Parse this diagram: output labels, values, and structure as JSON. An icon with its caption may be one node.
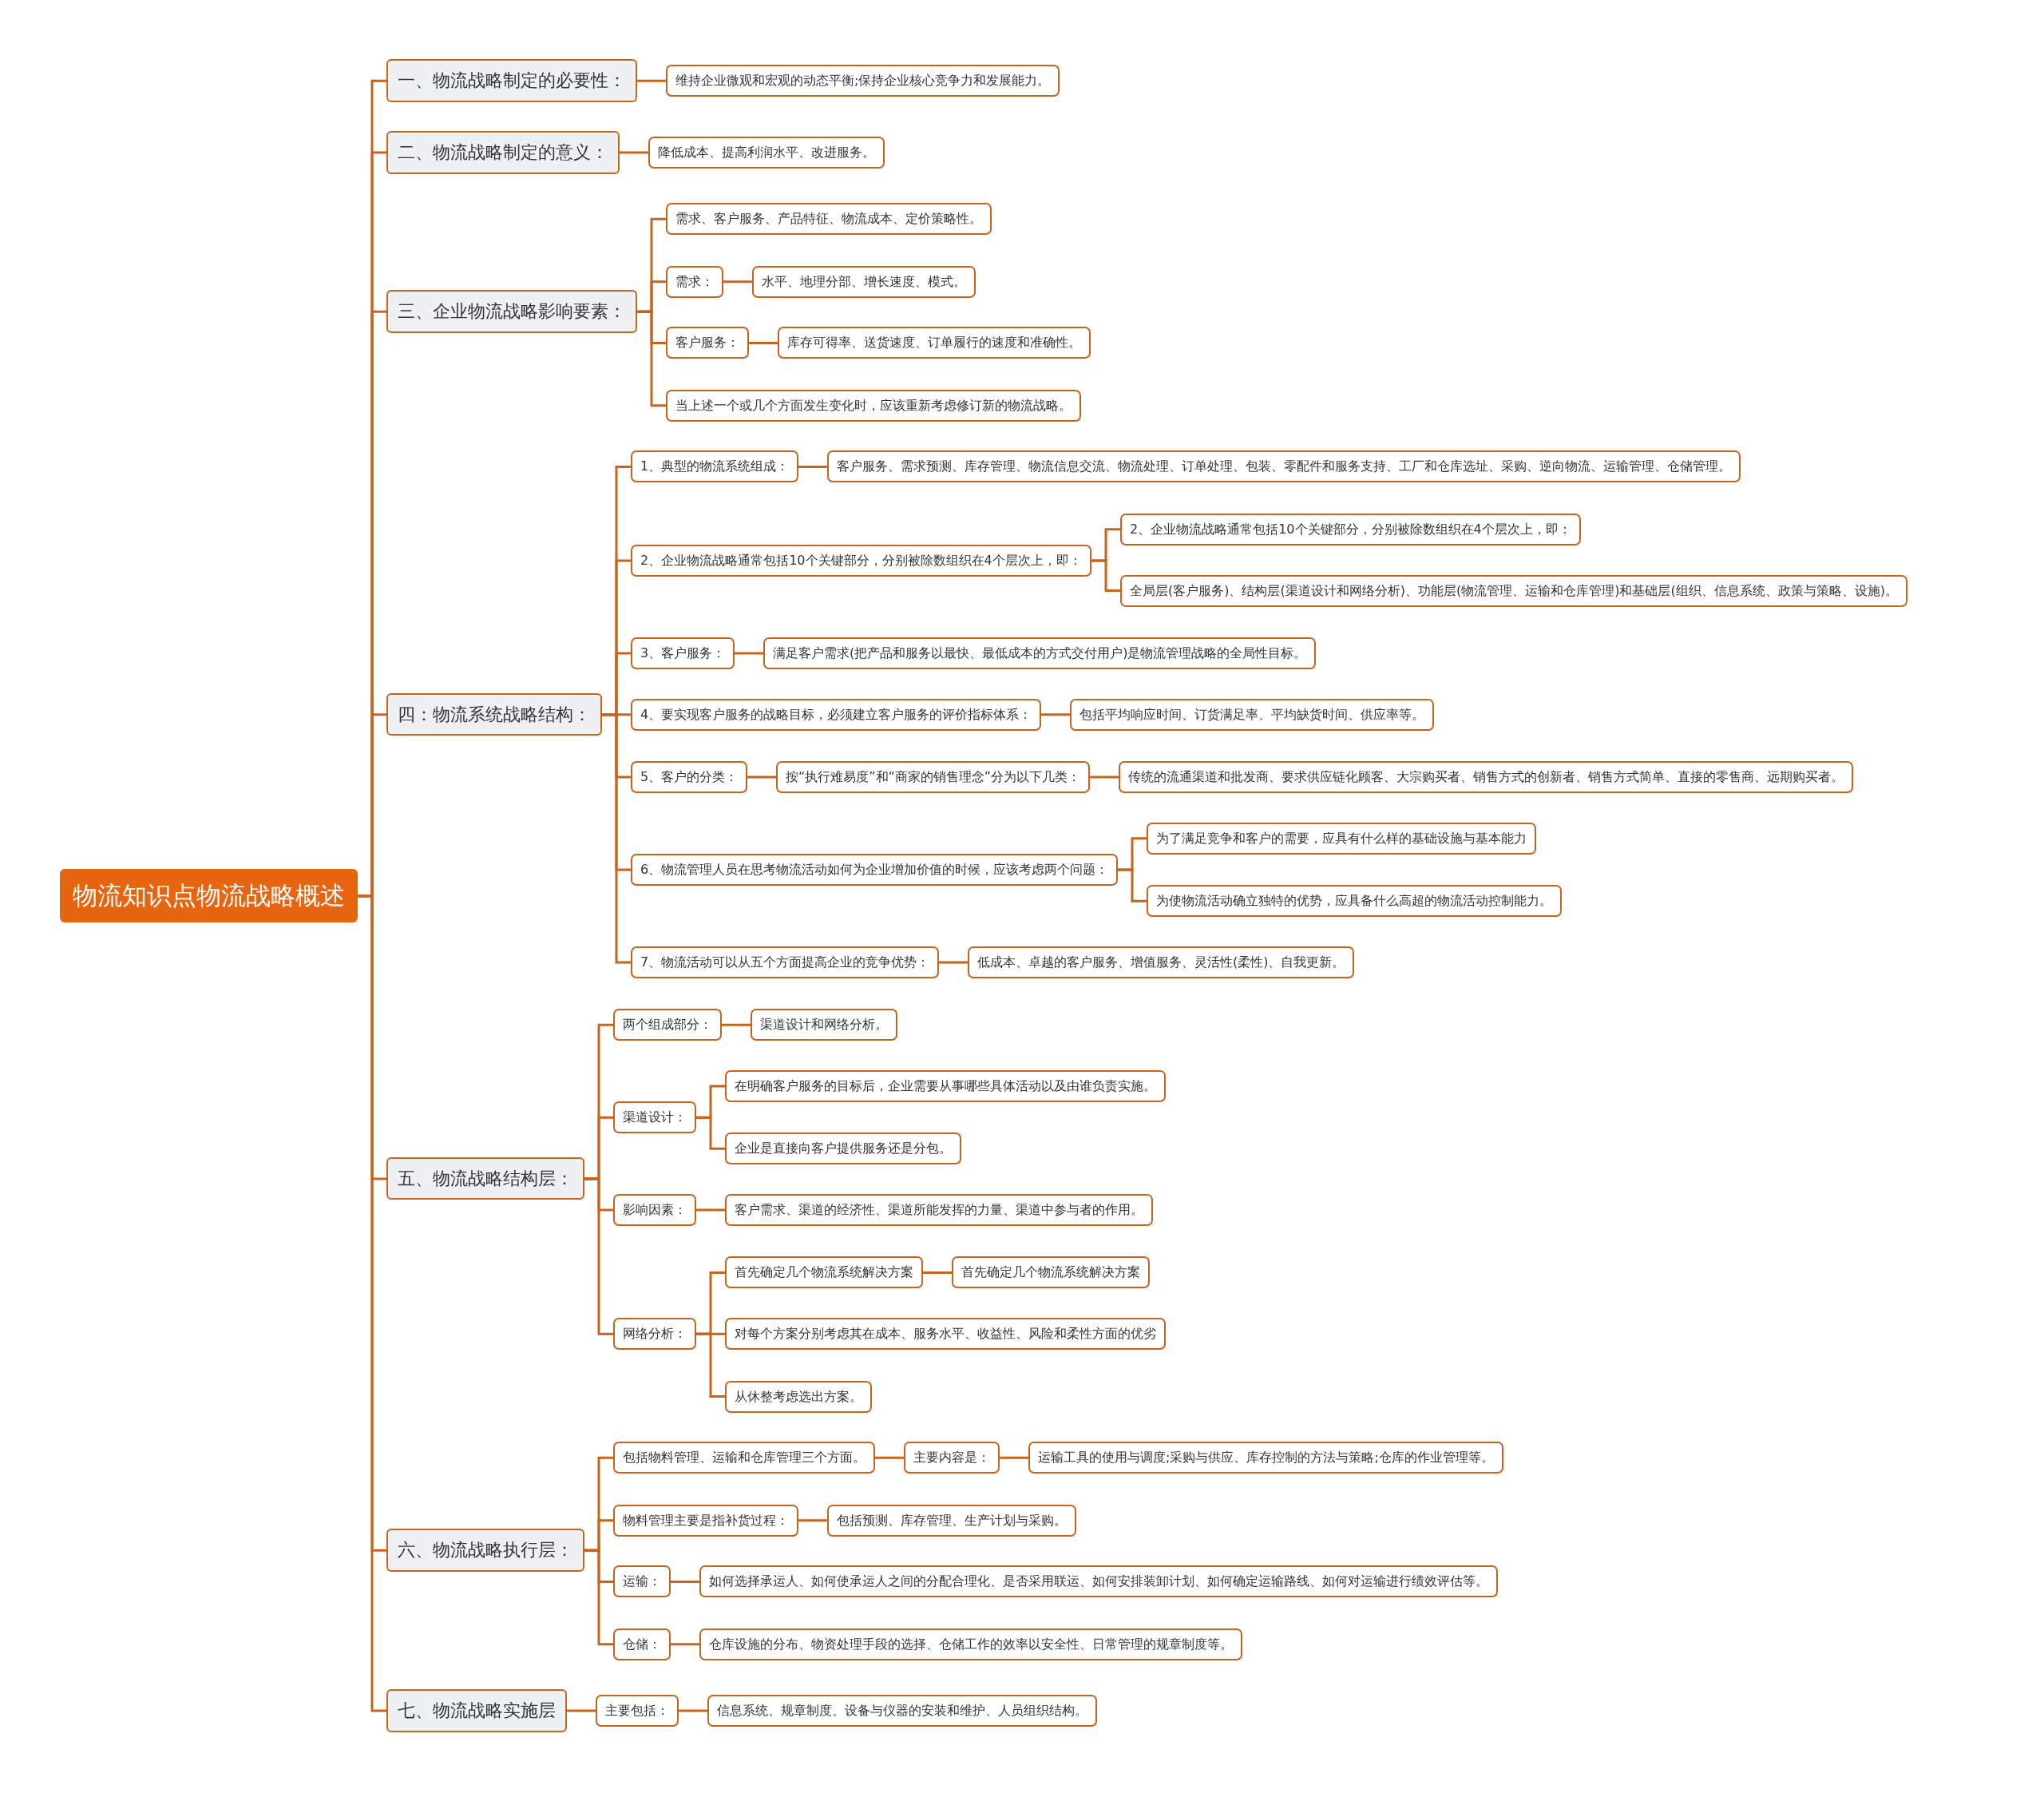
{
  "diagram": {
    "nodes": [
      {
        "text": [
          "物流知识点物流战略概述"
        ]
      },
      {
        "text": [
          "一、物流战略制定的必要性："
        ]
      },
      {
        "text": [
          "维持企业微观和宏观的动态平衡;保持企业核心竞争力和发展能力。"
        ]
      },
      {
        "text": [
          "二、物流战略制定的意义："
        ]
      },
      {
        "text": [
          "降低成本、提高利润水平、改进服务。"
        ]
      },
      {
        "text": [
          "三、企业物流战略影响要素："
        ]
      },
      {
        "text": [
          "需求、客户服务、产品特征、物流成本、定价策略性。"
        ]
      },
      {
        "text": [
          "需求："
        ]
      },
      {
        "text": [
          "水平、地理分部、增长速度、模式。"
        ]
      },
      {
        "text": [
          "客户服务："
        ]
      },
      {
        "text": [
          "库存可得率、送货速度、订单履行的速度和准确性。"
        ]
      },
      {
        "text": [
          "当上述一个或几个方面发生变化时，应该重新考虑修订新的物流战略。"
        ]
      },
      {
        "text": [
          "四：物流系统战略结构："
        ]
      },
      {
        "text": [
          "1、典型的物流系统组成："
        ]
      },
      {
        "text": [
          "客户服务、需求预测、库存管理、物流信息交流、物流处理、订单处理、包装、零配件和服务支持、工厂和仓库选址、采购、逆向物流、运输管理、仓储管理。"
        ]
      },
      {
        "text": [
          "2、企业物流战略通常包括10个关键部分，分别被除数组织在4个层次上，即："
        ]
      },
      {
        "text": [
          "2、企业物流战略通常包括10个关键部分，分别被除数组织在4个层次上，即："
        ]
      },
      {
        "text": [
          "全局层(客户服务)、结构层(渠道设计和网络分析)、功能层(物流管理、运输和仓库管理)和基础层(组织、信息系统、政策与策略、设施)。"
        ]
      },
      {
        "text": [
          "3、客户服务："
        ]
      },
      {
        "text": [
          "满足客户需求(把产品和服务以最快、最低成本的方式交付用户)是物流管理战略的全局性目标。"
        ]
      },
      {
        "text": [
          "4、要实现客户服务的战略目标，必须建立客户服务的评价指标体系："
        ]
      },
      {
        "text": [
          "包括平均响应时间、订货满足率、平均缺货时间、供应率等。"
        ]
      },
      {
        "text": [
          "5、客户的分类："
        ]
      },
      {
        "text": [
          "按“执行难易度”和“商家的销售理念”分为以下几类："
        ]
      },
      {
        "text": [
          "传统的流通渠道和批发商、要求供应链化顾客、大宗购买者、销售方式的创新者、销售方式简单、直接的零售商、远期购买者。"
        ]
      },
      {
        "text": [
          "6、物流管理人员在思考物流活动如何为企业增加价值的时候，应该考虑两个问题："
        ]
      },
      {
        "text": [
          "为了满足竞争和客户的需要，应具有什么样的基础设施与基本能力"
        ]
      },
      {
        "text": [
          "为使物流活动确立独特的优势，应具备什么高超的物流活动控制能力。"
        ]
      },
      {
        "text": [
          "7、物流活动可以从五个方面提高企业的竞争优势："
        ]
      },
      {
        "text": [
          "低成本、卓越的客户服务、增值服务、灵活性(柔性)、自我更新。"
        ]
      },
      {
        "text": [
          "五、物流战略结构层："
        ]
      },
      {
        "text": [
          "两个组成部分："
        ]
      },
      {
        "text": [
          "渠道设计和网络分析。"
        ]
      },
      {
        "text": [
          "渠道设计："
        ]
      },
      {
        "text": [
          "在明确客户服务的目标后，企业需要从事哪些具体活动以及由谁负责实施。"
        ]
      },
      {
        "text": [
          "企业是直接向客户提供服务还是分包。"
        ]
      },
      {
        "text": [
          "影响因素："
        ]
      },
      {
        "text": [
          "客户需求、渠道的经济性、渠道所能发挥的力量、渠道中参与者的作用。"
        ]
      },
      {
        "text": [
          "网络分析："
        ]
      },
      {
        "text": [
          "首先确定几个物流系统解决方案"
        ]
      },
      {
        "text": [
          "首先确定几个物流系统解决方案"
        ]
      },
      {
        "text": [
          "对每个方案分别考虑其在成本、服务水平、收益性、风险和柔性方面的优劣"
        ]
      },
      {
        "text": [
          "从休整考虑选出方案。"
        ]
      },
      {
        "text": [
          "六、物流战略执行层："
        ]
      },
      {
        "text": [
          "包括物料管理、运输和仓库管理三个方面。"
        ]
      },
      {
        "text": [
          "主要内容是："
        ]
      },
      {
        "text": [
          "运输工具的使用与调度;采购与供应、库存控制的方法与策略;仓库的作业管理等。"
        ]
      },
      {
        "text": [
          "物料管理主要是指补货过程："
        ]
      },
      {
        "text": [
          "包括预测、库存管理、生产计划与采购。"
        ]
      },
      {
        "text": [
          "运输："
        ]
      },
      {
        "text": [
          "如何选择承运人、如何使承运人之间的分配合理化、是否采用联运、如何安排装卸计划、如何确定运输路线、如何对运输进行绩效评估等。"
        ]
      },
      {
        "text": [
          "仓储："
        ]
      },
      {
        "text": [
          "仓库设施的分布、物资处理手段的选择、仓储工作的效率以安全性、日常管理的规章制度等。"
        ]
      },
      {
        "text": [
          "七、物流战略实施层"
        ]
      },
      {
        "text": [
          "主要包括："
        ]
      },
      {
        "text": [
          "信息系统、规章制度、设备与仪器的安装和维护、人员组织结构。"
        ]
      }
    ],
    "edges": [
      {
        "from": 0,
        "to": 1,
        "arrow": "none"
      },
      {
        "from": 1,
        "to": 2,
        "arrow": "none"
      },
      {
        "from": 0,
        "to": 3,
        "arrow": "none"
      },
      {
        "from": 3,
        "to": 4,
        "arrow": "none"
      },
      {
        "from": 0,
        "to": 5,
        "arrow": "none"
      },
      {
        "from": 5,
        "to": 6,
        "arrow": "none"
      },
      {
        "from": 5,
        "to": 7,
        "arrow": "none"
      },
      {
        "from": 7,
        "to": 8,
        "arrow": "none"
      },
      {
        "from": 5,
        "to": 9,
        "arrow": "none"
      },
      {
        "from": 9,
        "to": 10,
        "arrow": "none"
      },
      {
        "from": 5,
        "to": 11,
        "arrow": "none"
      },
      {
        "from": 0,
        "to": 12,
        "arrow": "none"
      },
      {
        "from": 12,
        "to": 13,
        "arrow": "none"
      },
      {
        "from": 13,
        "to": 14,
        "arrow": "none"
      },
      {
        "from": 12,
        "to": 15,
        "arrow": "none"
      },
      {
        "from": 15,
        "to": 16,
        "arrow": "none"
      },
      {
        "from": 15,
        "to": 17,
        "arrow": "none"
      },
      {
        "from": 12,
        "to": 18,
        "arrow": "none"
      },
      {
        "from": 18,
        "to": 19,
        "arrow": "none"
      },
      {
        "from": 12,
        "to": 20,
        "arrow": "none"
      },
      {
        "from": 20,
        "to": 21,
        "arrow": "none"
      },
      {
        "from": 12,
        "to": 22,
        "arrow": "none"
      },
      {
        "from": 22,
        "to": 23,
        "arrow": "none"
      },
      {
        "from": 23,
        "to": 24,
        "arrow": "none"
      },
      {
        "from": 12,
        "to": 25,
        "arrow": "none"
      },
      {
        "from": 25,
        "to": 26,
        "arrow": "none"
      },
      {
        "from": 25,
        "to": 27,
        "arrow": "none"
      },
      {
        "from": 12,
        "to": 28,
        "arrow": "none"
      },
      {
        "from": 28,
        "to": 29,
        "arrow": "none"
      },
      {
        "from": 0,
        "to": 30,
        "arrow": "none"
      },
      {
        "from": 30,
        "to": 31,
        "arrow": "none"
      },
      {
        "from": 31,
        "to": 32,
        "arrow": "none"
      },
      {
        "from": 30,
        "to": 33,
        "arrow": "none"
      },
      {
        "from": 33,
        "to": 34,
        "arrow": "none"
      },
      {
        "from": 33,
        "to": 35,
        "arrow": "none"
      },
      {
        "from": 30,
        "to": 36,
        "arrow": "none"
      },
      {
        "from": 36,
        "to": 37,
        "arrow": "none"
      },
      {
        "from": 30,
        "to": 38,
        "arrow": "none"
      },
      {
        "from": 38,
        "to": 39,
        "arrow": "none"
      },
      {
        "from": 39,
        "to": 40,
        "arrow": "none"
      },
      {
        "from": 38,
        "to": 41,
        "arrow": "none"
      },
      {
        "from": 38,
        "to": 42,
        "arrow": "none"
      },
      {
        "from": 0,
        "to": 43,
        "arrow": "none"
      },
      {
        "from": 43,
        "to": 44,
        "arrow": "none"
      },
      {
        "from": 44,
        "to": 45,
        "arrow": "none"
      },
      {
        "from": 45,
        "to": 46,
        "arrow": "none"
      },
      {
        "from": 43,
        "to": 47,
        "arrow": "none"
      },
      {
        "from": 47,
        "to": 48,
        "arrow": "none"
      },
      {
        "from": 43,
        "to": 49,
        "arrow": "none"
      },
      {
        "from": 49,
        "to": 50,
        "arrow": "none"
      },
      {
        "from": 43,
        "to": 51,
        "arrow": "none"
      },
      {
        "from": 51,
        "to": 52,
        "arrow": "none"
      },
      {
        "from": 0,
        "to": 53,
        "arrow": "none"
      },
      {
        "from": 53,
        "to": 54,
        "arrow": "none"
      },
      {
        "from": 54,
        "to": 55,
        "arrow": "none"
      }
    ]
  }
}
